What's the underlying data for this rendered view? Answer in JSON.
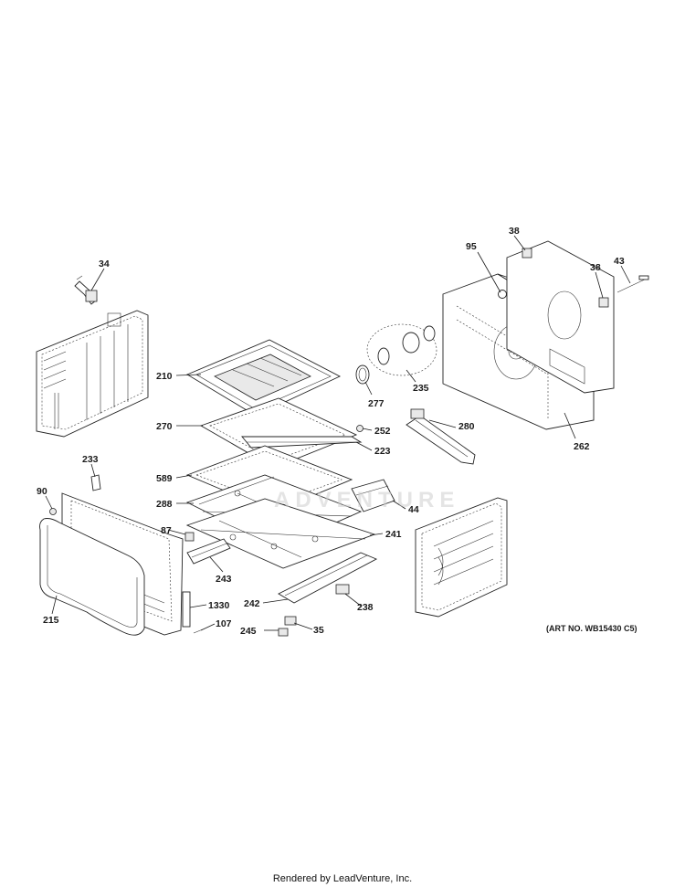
{
  "parts": [
    "34",
    "38",
    "38",
    "43",
    "95",
    "210",
    "270",
    "252",
    "223",
    "277",
    "235",
    "280",
    "262",
    "233",
    "589",
    "90",
    "288",
    "44",
    "87",
    "241",
    "243",
    "242",
    "1330",
    "238",
    "215",
    "107",
    "245",
    "35"
  ],
  "art_number": "(ART NO. WB15430 C5)",
  "watermark": "ADVENTURE",
  "footer": "Rendered by LeadVenture, Inc."
}
